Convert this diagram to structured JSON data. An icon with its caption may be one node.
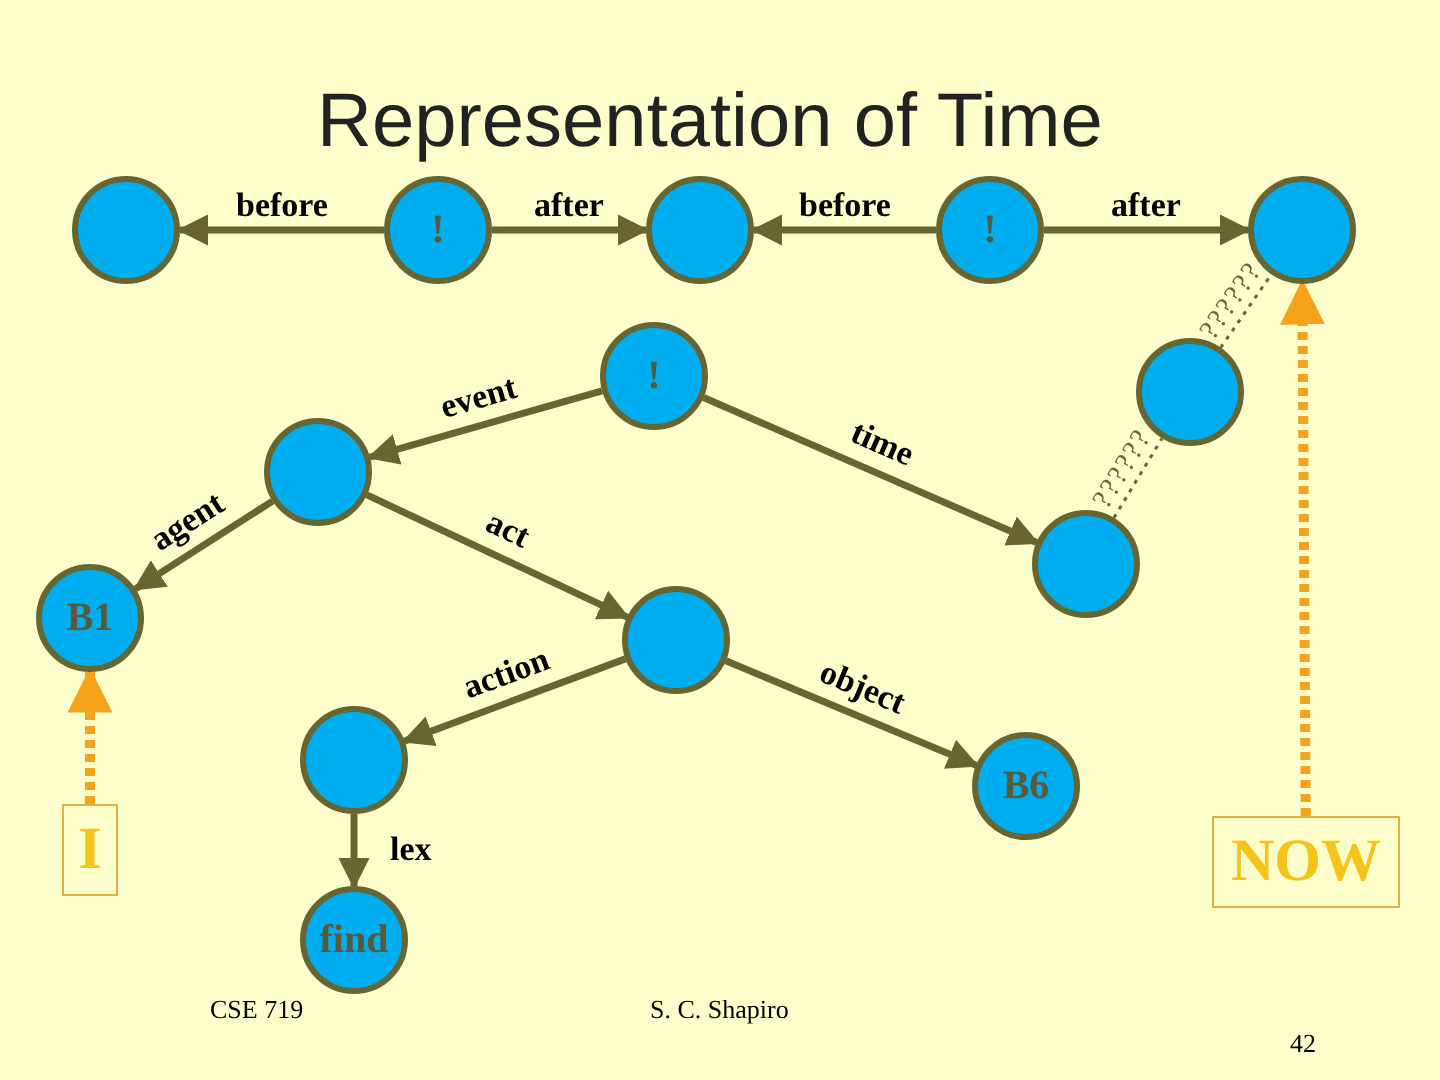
{
  "diagram": {
    "title": "Representation of Time",
    "nodes": [
      {
        "text": [],
        "shape": "circle"
      },
      {
        "text": [
          "!"
        ]
      },
      {
        "text": [],
        "shape": "circle"
      },
      {
        "text": [
          "!"
        ]
      },
      {
        "text": [],
        "shape": "circle"
      },
      {
        "text": [
          "!"
        ]
      },
      {
        "text": [],
        "shape": "circle"
      },
      {
        "text": [],
        "shape": "circle"
      },
      {
        "text": [],
        "shape": "circle"
      },
      {
        "text": [
          "B1"
        ]
      },
      {
        "text": [],
        "shape": "circle"
      },
      {
        "text": [],
        "shape": "circle"
      },
      {
        "text": [
          "B6"
        ]
      },
      {
        "text": [
          "I"
        ]
      },
      {
        "text": [
          "NOW"
        ]
      },
      {
        "text": [
          "find"
        ]
      }
    ],
    "edges": [
      {
        "from": 1,
        "to": 0,
        "arrow": "to",
        "label": "before"
      },
      {
        "from": 1,
        "to": 2,
        "arrow": "to",
        "label": "after"
      },
      {
        "from": 3,
        "to": 2,
        "arrow": "to",
        "label": "before"
      },
      {
        "from": 3,
        "to": 4,
        "arrow": "to",
        "label": "after"
      },
      {
        "from": 5,
        "to": 7,
        "arrow": "to",
        "label": "event"
      },
      {
        "from": 5,
        "to": 8,
        "arrow": "to",
        "label": "time"
      },
      {
        "from": 7,
        "to": 9,
        "arrow": "to",
        "label": "agent"
      },
      {
        "from": 7,
        "to": 10,
        "arrow": "to",
        "label": "act"
      },
      {
        "from": 10,
        "to": 11,
        "arrow": "to",
        "label": "action"
      },
      {
        "from": 10,
        "to": 12,
        "arrow": "to",
        "label": "object"
      },
      {
        "from": 11,
        "to": 15,
        "arrow": "to",
        "label": "lex"
      },
      {
        "from": 13,
        "to": 9,
        "arrow": "to",
        "style": "dashed",
        "color": "#f7a21b"
      },
      {
        "from": 14,
        "to": 4,
        "arrow": "to",
        "style": "dashed",
        "color": "#f7a21b"
      },
      {
        "from": 8,
        "to": 6,
        "arrow": "none",
        "label": "??????",
        "style": "dashed"
      },
      {
        "from": 6,
        "to": 4,
        "arrow": "none",
        "label": "??????",
        "style": "dashed"
      }
    ],
    "labels": [
      "CSE 719",
      "S. C. Shapiro",
      "42"
    ]
  }
}
